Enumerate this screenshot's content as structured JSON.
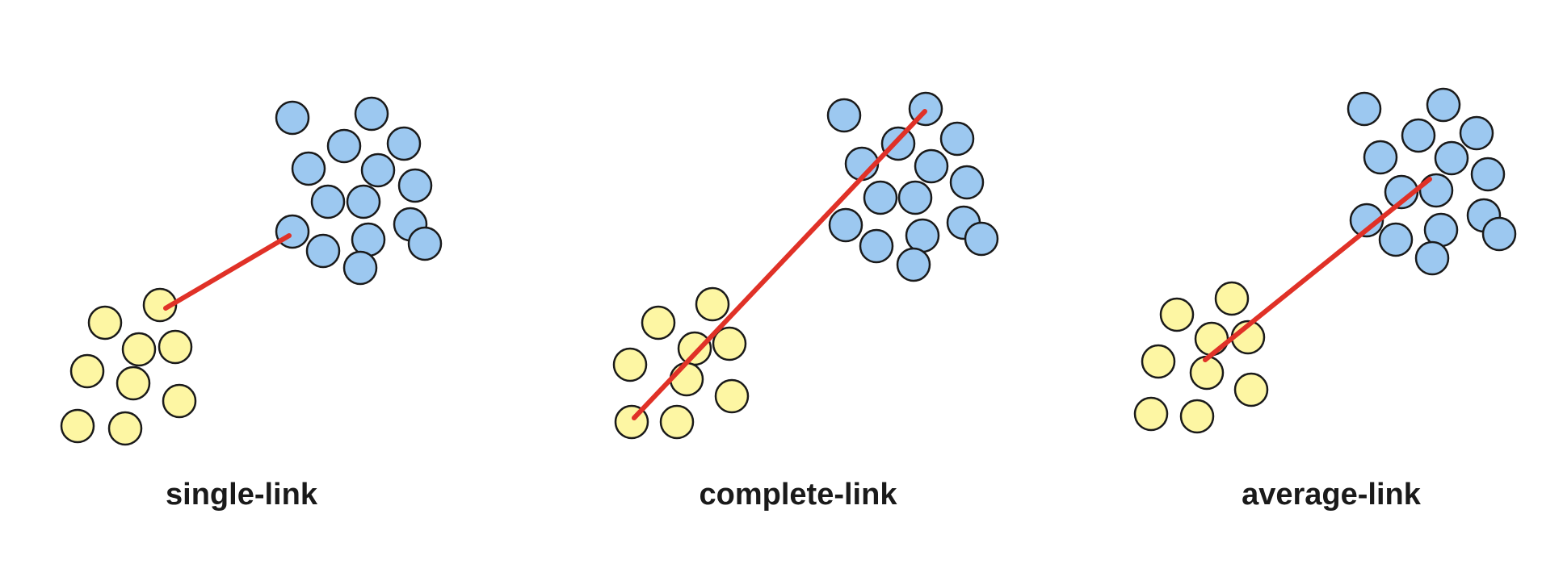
{
  "colors": {
    "cluster_a_fill": "#fdf6a3",
    "cluster_b_fill": "#9cc8f0",
    "outline": "#1a1a1a",
    "link_line": "#e03127"
  },
  "panels": [
    {
      "id": "single-link",
      "label": "single-link"
    },
    {
      "id": "complete-link",
      "label": "complete-link"
    },
    {
      "id": "average-link",
      "label": "average-link"
    }
  ]
}
